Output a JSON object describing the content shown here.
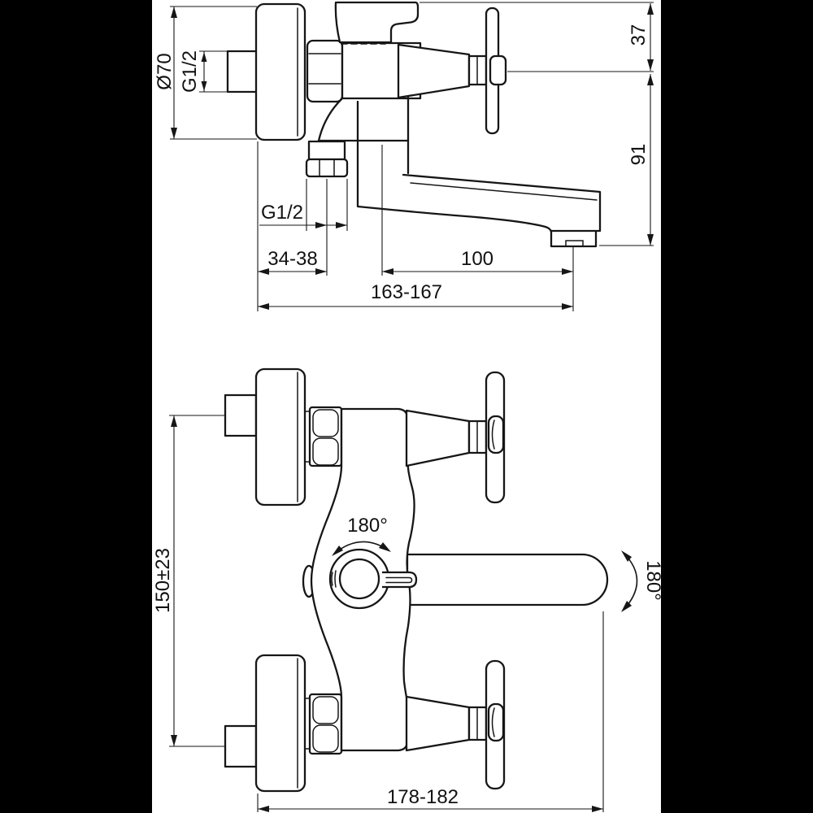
{
  "page": {
    "letterbox_color": "#000000",
    "sheet_color": "#ffffff",
    "line_color": "#161616"
  },
  "labels": {
    "flange_diameter": "Ø70",
    "inlet_thread": "G1/2",
    "top_to_axis": "37",
    "axis_to_spout_outlet": "91",
    "outlet_thread": "G1/2",
    "wall_to_outlet": "34-38",
    "spout_reach": "100",
    "overall_depth": "163-167",
    "inlet_center_distance": "150±23",
    "swivel_angle_front": "180°",
    "swivel_angle_side": "180°",
    "overall_width": "178-182"
  }
}
